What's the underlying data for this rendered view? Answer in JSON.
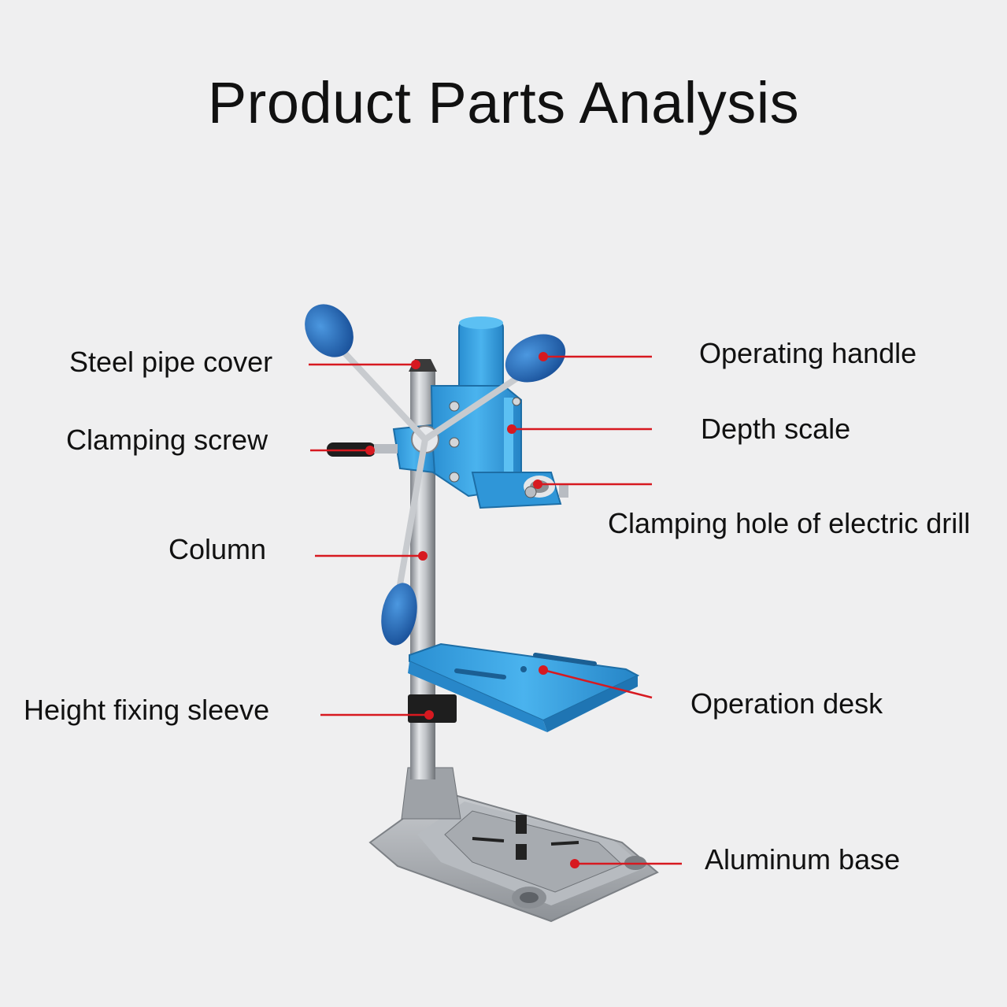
{
  "title": "Product Parts Analysis",
  "parts": {
    "steel_pipe_cover": "Steel pipe cover",
    "clamping_screw": "Clamping screw",
    "column": "Column",
    "height_fixing_sleeve": "Height fixing sleeve",
    "operating_handle": "Operating handle",
    "depth_scale": "Depth scale",
    "clamping_hole": "Clamping hole of electric drill",
    "operation_desk": "Operation desk",
    "aluminum_base": "Aluminum base"
  },
  "colors": {
    "background": "#efeff0",
    "accent_blue": "#3aa6e6",
    "knob_blue": "#1f6fc4",
    "leader_red": "#d71920",
    "steel": "#b8bcc2",
    "aluminum": "#a9adb2"
  }
}
